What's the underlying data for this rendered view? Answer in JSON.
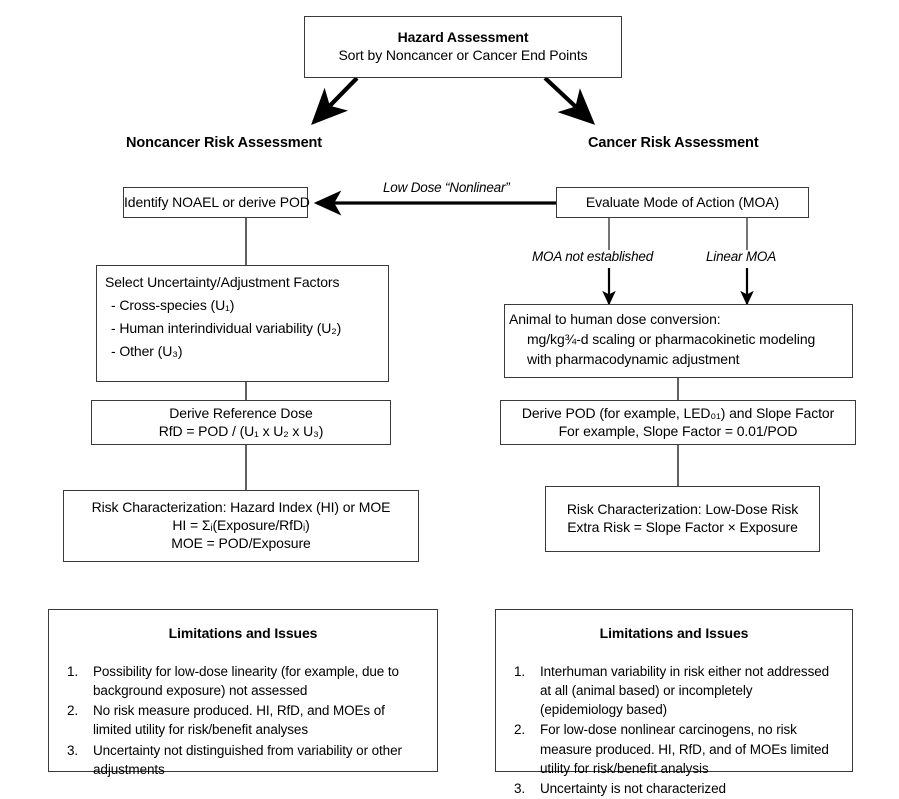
{
  "diagram": {
    "title_box": {
      "heading": "Hazard Assessment",
      "subheading": "Sort by Noncancer or Cancer End Points"
    },
    "branch_headings": {
      "left": "Noncancer Risk Assessment",
      "right": "Cancer Risk Assessment"
    },
    "edge_labels": {
      "low_dose_nonlinear": "Low Dose “Nonlinear”",
      "moa_not_established": "MOA not established",
      "linear_moa": "Linear MOA"
    },
    "left_column": {
      "noael_box": {
        "line1": "Identify NOAEL or derive POD"
      },
      "uncertainty_box": {
        "line1": "Select Uncertainty/Adjustment Factors",
        "item1": "-  Cross-species (U₁)",
        "item2": "-  Human interindividual variability (U₂)",
        "item3": "-  Other (U₃)"
      },
      "rfd_box": {
        "line1": "Derive Reference Dose",
        "line2": "RfD = POD / (U₁ x U₂ x U₃)"
      },
      "risk_box": {
        "line1": "Risk Characterization: Hazard Index (HI) or MOE",
        "line2": "HI = Σᵢ(Exposure/RfDᵢ)",
        "line3": "MOE = POD/Exposure"
      },
      "limitations": {
        "title": "Limitations and Issues",
        "items": [
          "Possibility for low-dose linearity (for example, due to background exposure) not assessed",
          "No risk measure produced.  HI, RfD, and MOEs of limited utility for risk/benefit analyses",
          "Uncertainty not distinguished from variability or other adjustments"
        ],
        "numbers": [
          "1.",
          "2.",
          "3."
        ]
      }
    },
    "right_column": {
      "moa_box": {
        "line1": "Evaluate Mode of Action (MOA)"
      },
      "conversion_box": {
        "line1": "Animal to human dose conversion:",
        "line2": "mg/kg¾-d scaling or pharmacokinetic modeling",
        "line3": "with pharmacodynamic adjustment"
      },
      "pod_box": {
        "line1": "Derive POD (for example, LED₀₁) and Slope Factor",
        "line2": "For example, Slope Factor = 0.01/POD"
      },
      "risk_box": {
        "line1": "Risk Characterization: Low-Dose Risk",
        "line2": "Extra Risk = Slope Factor × Exposure"
      },
      "limitations": {
        "title": "Limitations and Issues",
        "items": [
          "Interhuman variability in risk either not addressed at all (animal based) or incompletely (epidemiology based)",
          "For low-dose nonlinear carcinogens, no risk measure produced.  HI, RfD, and of MOEs limited utility for risk/benefit analysis",
          "Uncertainty is not characterized"
        ],
        "numbers": [
          "1.",
          "2.",
          "3."
        ]
      }
    },
    "colors": {
      "stroke": "#3a3a3a",
      "arrow": "#000000",
      "background": "#ffffff",
      "text": "#000000"
    }
  }
}
